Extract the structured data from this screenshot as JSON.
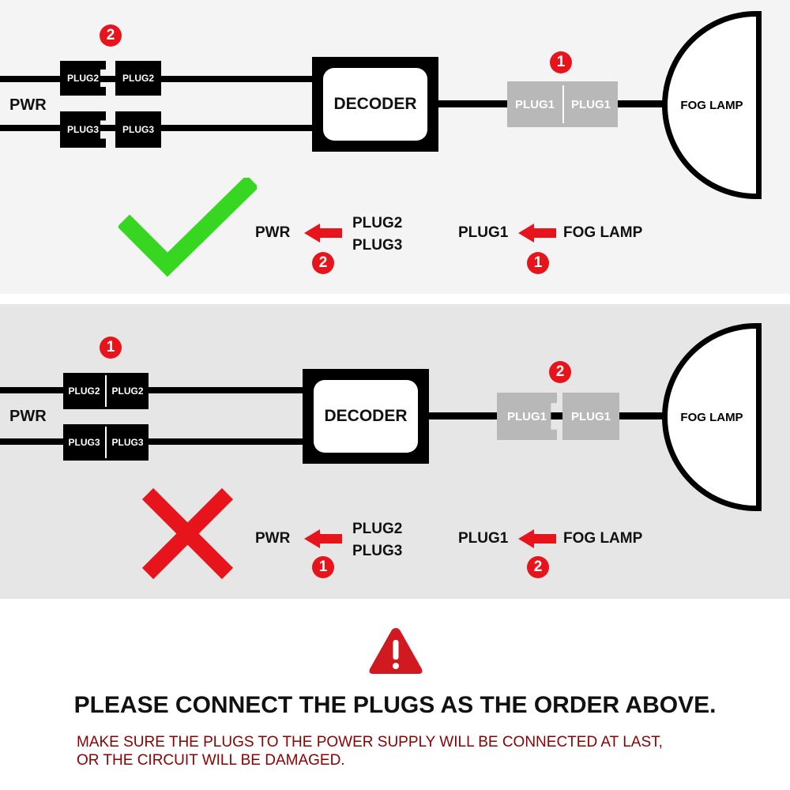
{
  "colors": {
    "accent_red": "#e8141c",
    "check_green": "#37d620",
    "note_red": "#8b0000",
    "ghost_plug": "#b8b8b8"
  },
  "top": {
    "pwr": "PWR",
    "plug2": "PLUG2",
    "plug3": "PLUG3",
    "decoder": "DECODER",
    "plug1": "PLUG1",
    "fog_lamp": "FOG LAMP",
    "badge_plugs": "2",
    "badge_plug1": "1",
    "legend": {
      "left_target": "PWR",
      "left_source_1": "PLUG2",
      "left_source_2": "PLUG3",
      "left_step": "2",
      "right_target": "PLUG1",
      "right_source": "FOG LAMP",
      "right_step": "1"
    },
    "verdict_icon": "checkmark-icon"
  },
  "bottom": {
    "pwr": "PWR",
    "plug2": "PLUG2",
    "plug3": "PLUG3",
    "decoder": "DECODER",
    "plug1": "PLUG1",
    "fog_lamp": "FOG LAMP",
    "badge_plugs": "1",
    "badge_plug1": "2",
    "legend": {
      "left_target": "PWR",
      "left_source_1": "PLUG2",
      "left_source_2": "PLUG3",
      "left_step": "1",
      "right_target": "PLUG1",
      "right_source": "FOG LAMP",
      "right_step": "2"
    },
    "verdict_icon": "cross-icon"
  },
  "warning": {
    "icon": "warning-triangle-icon",
    "title": "PLEASE CONNECT THE PLUGS AS THE ORDER ABOVE.",
    "note_line1": "MAKE SURE THE PLUGS TO THE POWER SUPPLY WILL BE CONNECTED AT LAST,",
    "note_line2": "OR THE CIRCUIT WILL BE DAMAGED."
  }
}
